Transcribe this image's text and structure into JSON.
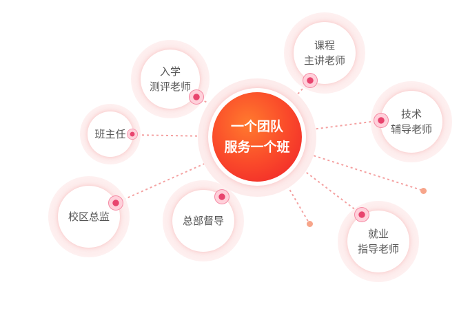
{
  "hub": {
    "label": "一个团队\n服务一个班"
  },
  "nodes": {
    "course": "课程\n主讲老师",
    "assessment": "入学\n测评老师",
    "tech": "技术\n辅导老师",
    "headteacher": "班主任",
    "campus": "校区总监",
    "hq": "总部督导",
    "career": "就业\n指导老师"
  },
  "colors": {
    "hub": "#f23a2a",
    "line": "#f4a0a0",
    "dot": "#e8446e",
    "text": "#555555"
  }
}
